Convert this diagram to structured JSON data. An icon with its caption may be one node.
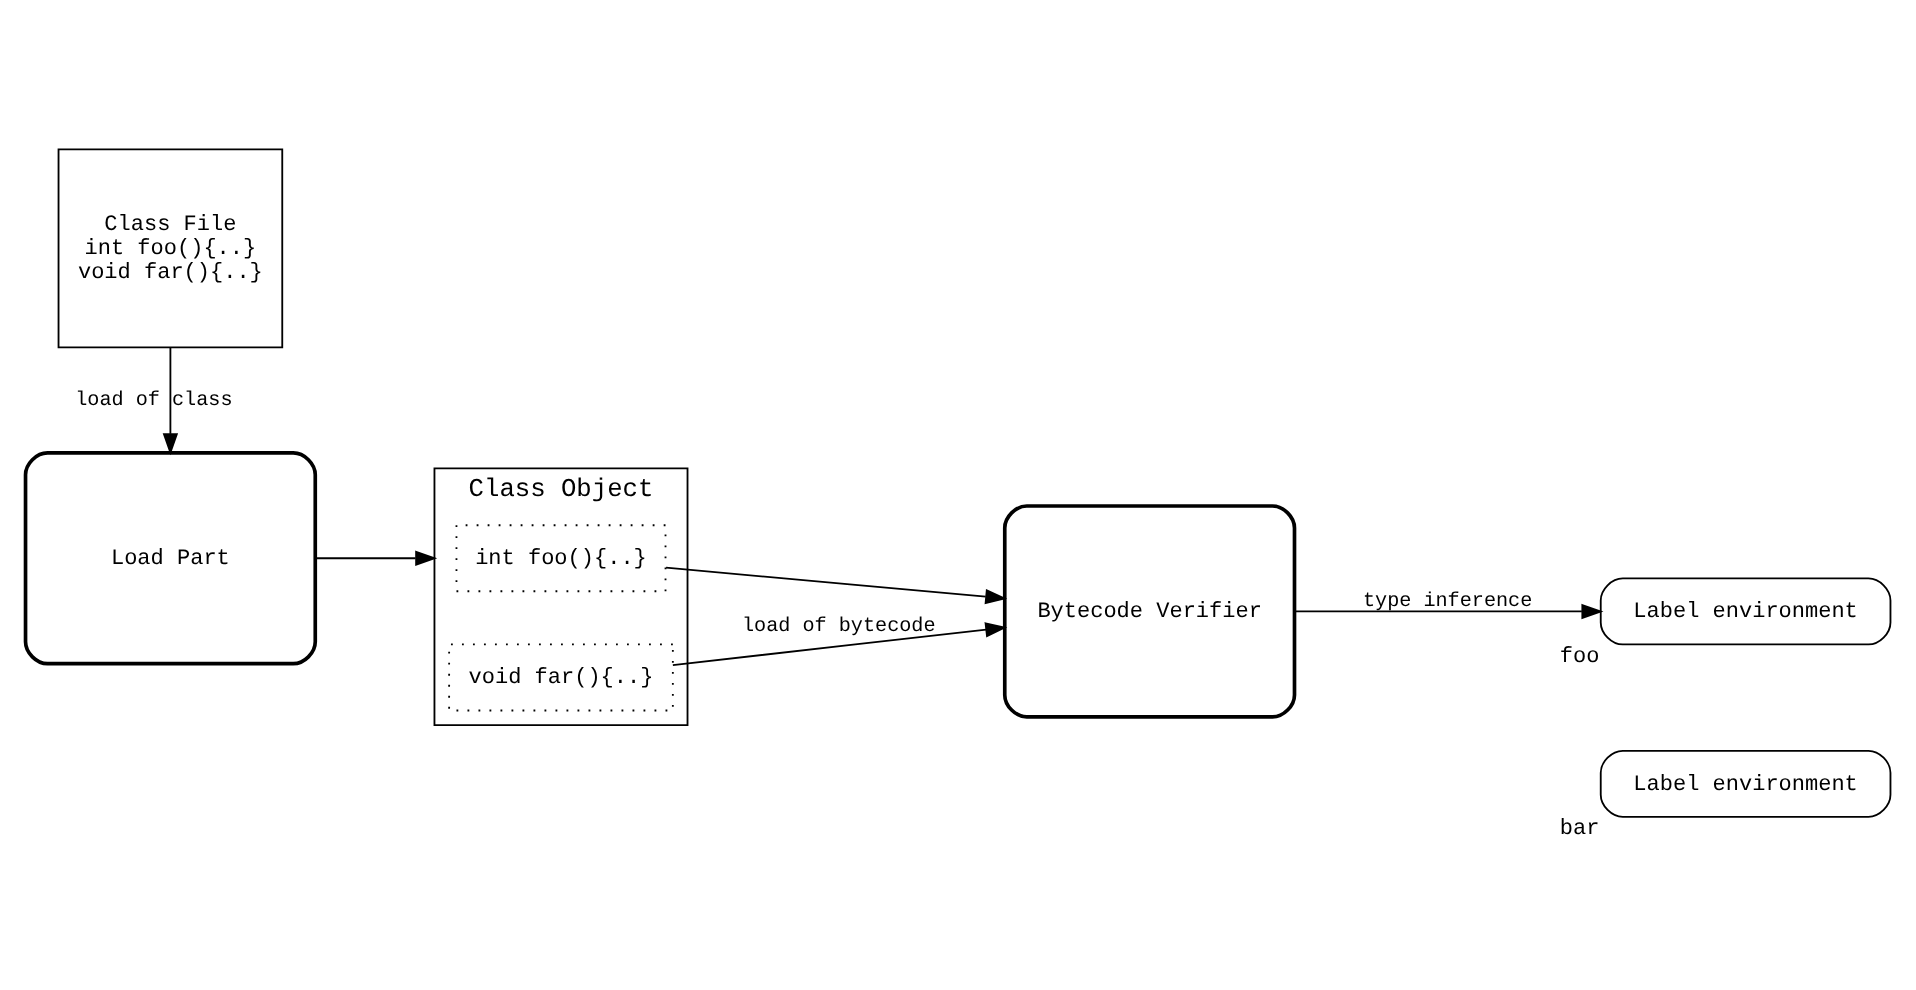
{
  "diagram": {
    "nodes": [
      {
        "text": [
          "Load Part"
        ]
      },
      {
        "text": [
          "Class Object"
        ]
      },
      {
        "text": [
          "int foo(){..}"
        ],
        "in": 1
      },
      {
        "text": [
          "void far(){..}"
        ],
        "in": 1
      },
      {
        "text": [
          "Bytecode Verifier"
        ]
      },
      {
        "text": [
          "Class File",
          "int foo(){..}",
          "void far(){..}"
        ]
      },
      {
        "text": [
          "Label environment"
        ],
        "beside": [
          "foo"
        ]
      },
      {
        "text": [
          "Label environment"
        ],
        "beside": [
          "bar"
        ]
      }
    ],
    "edges": [
      {
        "from": 5,
        "to": 0,
        "arrow": "to",
        "label": "load of class"
      },
      {
        "from": 0,
        "to": 1,
        "arrow": "to"
      },
      {
        "from": 2,
        "to": 4,
        "arrow": "to"
      },
      {
        "from": 3,
        "to": 4,
        "arrow": "to",
        "label": "load of bytecode"
      },
      {
        "from": 4,
        "to": 6,
        "arrow": "to",
        "label": "type inference"
      }
    ]
  }
}
